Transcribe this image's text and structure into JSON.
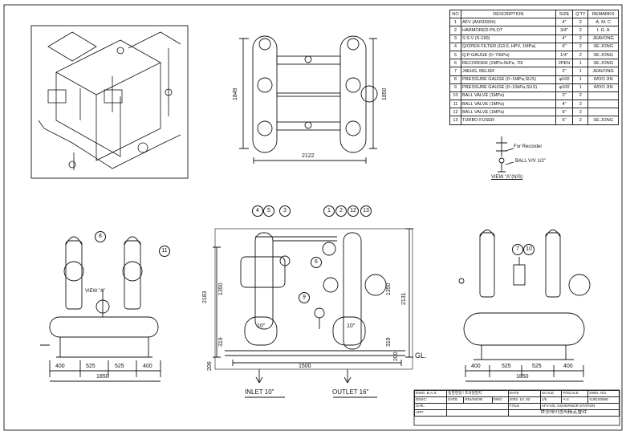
{
  "bom": {
    "headers": [
      "NO",
      "DESCRIPTION",
      "SIZE",
      "Q'TY",
      "REMARKS"
    ],
    "rows": [
      [
        "1",
        "AFV (ANSI300#)",
        "4\"",
        "2",
        "A. M. C"
      ],
      [
        "2",
        "HARMORED PILOT",
        "3/4\"",
        "2",
        "I. G. A"
      ],
      [
        "3",
        "S.S.V (S-190)",
        "4\"",
        "2",
        "JEAVONG"
      ],
      [
        "4",
        "Q/OPEN FILTER (G3.0, HPV, 1MPa)",
        "6\"",
        "2",
        "SE JONG"
      ],
      [
        "5",
        "Q.P GAUGE (0~70kPa)",
        "1/4\"",
        "2",
        "SE JONG"
      ],
      [
        "6",
        "RECORDER (1MPa-5kPa, 70l",
        "2PEN",
        "1",
        "SE JONG"
      ],
      [
        "7",
        "J4EHG, RELIEF",
        "2\"",
        "1",
        "JEAVONG"
      ],
      [
        "8",
        "PRESSURE GAUGE (0~1MPa,SUS)",
        "φ100",
        "1",
        "WOO JIN"
      ],
      [
        "9",
        "PRESSURE GAUGE (0~10kPa,SUS)",
        "φ100",
        "1",
        "WOO JIN"
      ],
      [
        "10",
        "BALL VALVE (1MPa)",
        "2\"",
        "2",
        ""
      ],
      [
        "11",
        "BALL VALVE (1MPa)",
        "4\"",
        "2",
        ""
      ],
      [
        "12",
        "BALL VALVE (1MPa)",
        "6\"",
        "2",
        ""
      ],
      [
        "13",
        "TURBO FUSER",
        "6\"",
        "2",
        "SE JONG"
      ]
    ]
  },
  "plan_dims": {
    "d1849": "1849",
    "d1850": "1850",
    "d2122": "2122"
  },
  "detail": {
    "for_recorder": "For Recorder",
    "ball_vv": "BALL V/V 1/2\"",
    "view_a": "VIEW \"A\"(N/S)"
  },
  "left_view": {
    "view_a": "VIEW \"A\"",
    "balloons": [
      "8",
      "11"
    ],
    "dims": [
      "400",
      "525",
      "525",
      "400"
    ],
    "total": "1850"
  },
  "front_view": {
    "balloons": [
      "4",
      "5",
      "3",
      "1",
      "2",
      "12",
      "13",
      "6",
      "9"
    ],
    "d2183": "2183",
    "d1350": "1350",
    "d319": "319",
    "d206": "206",
    "d2131": "2131",
    "d1350r": "1350",
    "d319r": "319",
    "d200": "200",
    "d1500": "1500",
    "size1": "10\"",
    "size2": "10\"",
    "gl": "GL.",
    "inlet": "INLET 10\"",
    "outlet": "OUTLET 16\""
  },
  "right_view": {
    "balloons": [
      "7",
      "10"
    ],
    "dims": [
      "400",
      "525",
      "525",
      "400"
    ],
    "total": "1850"
  },
  "title_block": {
    "dwg": "DWG. B.A.S",
    "title_ko": "동영정밀 / 조석정밀지",
    "desc": "DESC:",
    "date": "DATE",
    "revision": "REVISION",
    "dwg_l": "DWG",
    "des_l": "DES",
    "chk": "CHK",
    "date2": "DATE",
    "scale": "SCALE",
    "psc": "P/SCALE",
    "dwgno": "DWG. NO.",
    "date_v": "2003. 10. 02",
    "scale_v": "1/5",
    "psc_v": "A-2",
    "dwgno_v": "SJ0103569",
    "chk_l": "CHK:",
    "app_l": "APP:",
    "title_l": "TITLE",
    "project": "AFV-4/6, GOVERNOR STATION",
    "company": "世宗에이엠씨株式會社"
  }
}
